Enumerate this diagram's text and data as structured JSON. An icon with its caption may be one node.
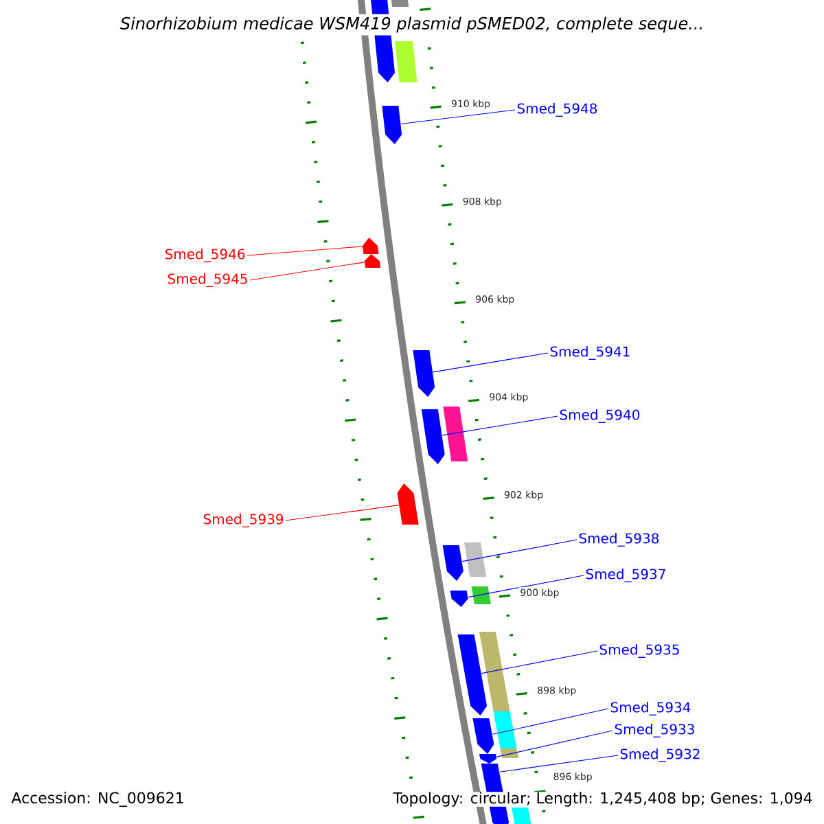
{
  "diagram": {
    "title": "Sinorhizobium medicae WSM419 plasmid pSMED02, complete seque...",
    "nodes": [
      {
        "text": [
          "Smed_5948"
        ]
      },
      {
        "text": [],
        "shape": "arrow"
      },
      {
        "text": [
          "Smed_5946"
        ]
      },
      {
        "text": [],
        "shape": "arrow"
      },
      {
        "text": [
          "Smed_5945"
        ]
      },
      {
        "text": [],
        "shape": "arrow"
      },
      {
        "text": [
          "Smed_5941"
        ]
      },
      {
        "text": [],
        "shape": "arrow"
      },
      {
        "text": [
          "Smed_5940"
        ]
      },
      {
        "text": [],
        "shape": "arrow"
      },
      {
        "text": [
          "Smed_5939"
        ]
      },
      {
        "text": [],
        "shape": "arrow"
      },
      {
        "text": [
          "Smed_5938"
        ]
      },
      {
        "text": [],
        "shape": "arrow"
      },
      {
        "text": [
          "Smed_5937"
        ]
      },
      {
        "text": [],
        "shape": "arrow"
      },
      {
        "text": [
          "Smed_5935"
        ]
      },
      {
        "text": [],
        "shape": "arrow"
      },
      {
        "text": [
          "Smed_5934"
        ]
      },
      {
        "text": [],
        "shape": "arrow"
      },
      {
        "text": [
          "Smed_5933"
        ]
      },
      {
        "text": [],
        "shape": "arrow"
      },
      {
        "text": [
          "Smed_5932"
        ]
      },
      {
        "text": [],
        "shape": "arrow"
      }
    ],
    "edges": [
      {
        "from": 0,
        "to": 1,
        "arrow": "none"
      },
      {
        "from": 2,
        "to": 3,
        "arrow": "none",
        "color": "#ff0000"
      },
      {
        "from": 4,
        "to": 5,
        "arrow": "none",
        "color": "#ff0000"
      },
      {
        "from": 6,
        "to": 7,
        "arrow": "none"
      },
      {
        "from": 8,
        "to": 9,
        "arrow": "none"
      },
      {
        "from": 10,
        "to": 11,
        "arrow": "none",
        "color": "#ff0000"
      },
      {
        "from": 12,
        "to": 13,
        "arrow": "none"
      },
      {
        "from": 14,
        "to": 15,
        "arrow": "none"
      },
      {
        "from": 16,
        "to": 17,
        "arrow": "none"
      },
      {
        "from": 18,
        "to": 19,
        "arrow": "none"
      },
      {
        "from": 20,
        "to": 21,
        "arrow": "none"
      },
      {
        "from": 22,
        "to": 23,
        "arrow": "none"
      }
    ],
    "labels": [
      "910 kbp",
      "908 kbp",
      "906 kbp",
      "904 kbp",
      "902 kbp",
      "900 kbp",
      "898 kbp",
      "896 kbp",
      "Accession: NC_009621",
      "Topology: circular; Length: 1,245,408 bp; Genes: 1,094"
    ]
  }
}
